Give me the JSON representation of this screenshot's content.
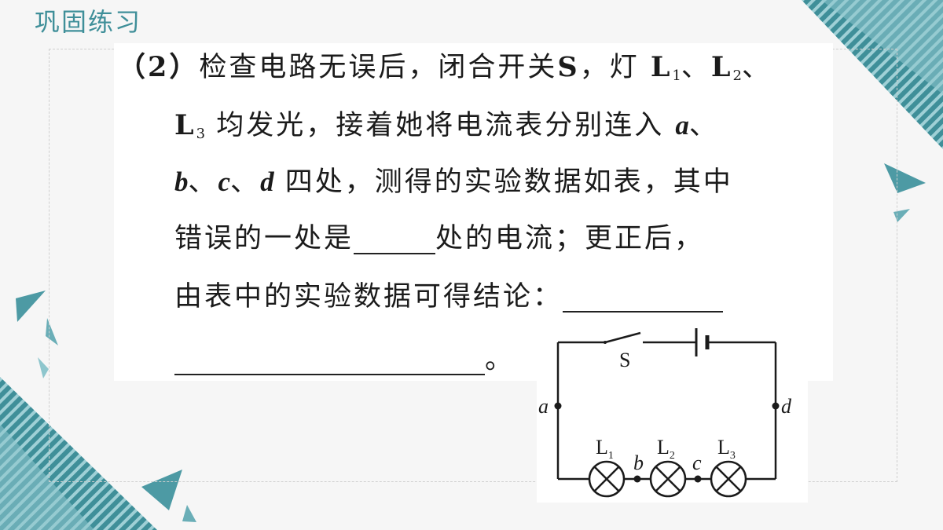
{
  "header": {
    "section_title": "巩固练习"
  },
  "question": {
    "number": "（2）",
    "line1_text": "检查电路无误后，闭合开关",
    "switch_symbol": "S",
    "line1_tail": "，灯",
    "lamp_letter": "L",
    "sub1": "1",
    "sub2": "2",
    "sub3": "3",
    "sep": "、",
    "line2_text": "均发光，接着她将电流表分别连入",
    "pt_a": "a",
    "pt_b": "b",
    "pt_c": "c",
    "pt_d": "d",
    "line3_text": "四处，测得的实验数据如表，其中",
    "line4_text_1": "错误的一处是",
    "line4_text_2": "处的电流；更正后，",
    "line5_text": "由表中的实验数据可得结论：",
    "line6_end": "。"
  },
  "circuit": {
    "switch_label": "S",
    "point_a": "a",
    "point_b": "b",
    "point_c": "c",
    "point_d": "d",
    "lamp_letter": "L",
    "lamp1_sub": "1",
    "lamp2_sub": "2",
    "lamp3_sub": "3"
  },
  "colors": {
    "accent": "#3f8f99",
    "text": "#1b1b1b"
  }
}
